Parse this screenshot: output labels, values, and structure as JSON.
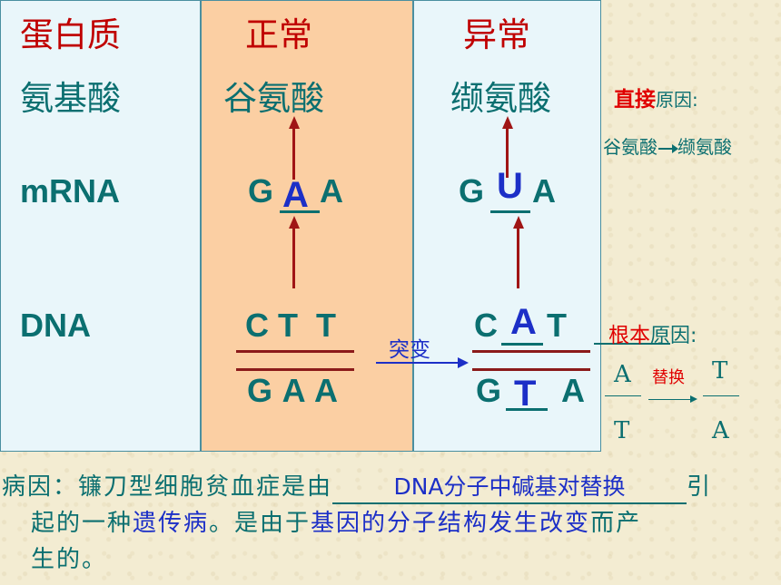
{
  "columns": {
    "c1": {
      "header": "蛋白质",
      "aa": "氨基酸",
      "mrna": "mRNA",
      "dna": "DNA"
    },
    "c2": {
      "header": "正常",
      "aa": "谷氨酸",
      "mrna_left": "G",
      "mrna_mid": "A",
      "mrna_right": "A",
      "dna_top": "C T  T",
      "dna_bottom": "G A A"
    },
    "c3": {
      "header": "异常",
      "aa": "缬氨酸",
      "mrna_left": "G",
      "mrna_mid": "U",
      "mrna_right": "A",
      "dna_top_left": "C",
      "dna_top_mid": "A",
      "dna_top_right": "T",
      "dna_bottom_left": "G",
      "dna_bottom_mid": "T",
      "dna_bottom_right": "A"
    }
  },
  "mutation_label": "突变",
  "direct_cause": {
    "emph": "直接",
    "rest": "原因:",
    "detail_from": "谷氨酸",
    "detail_to": "缬氨酸"
  },
  "root_cause": {
    "emph": "根本",
    "rest": "原因:",
    "top_from": "A",
    "bottom_from": "T",
    "action": "替换",
    "top_to": "T",
    "bottom_to": "A"
  },
  "paragraph": {
    "p1": "病因：镰刀型细胞贫血症是由",
    "blank": "DNA分子中碱基对替换",
    "p2": "引",
    "p3a": "起的一种",
    "p3b": "遗传病",
    "p3c": "。是由于",
    "p3d": "基因的分子结构发生改变",
    "p3e": "而产",
    "p4": "生的。"
  },
  "colors": {
    "teal": "#0b6f70",
    "red": "#c00000",
    "blue": "#1c2fc7",
    "normal_bg": "#fbcfa3",
    "panel_bg": "#e9f6fa"
  }
}
